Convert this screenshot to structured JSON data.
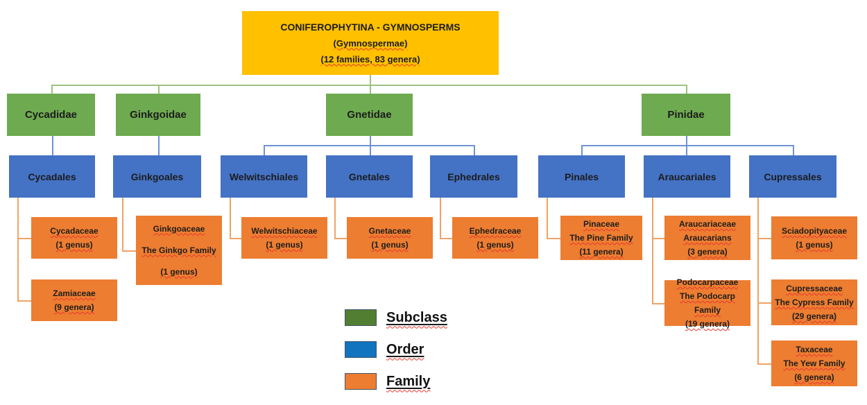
{
  "title_block": {
    "lines": [
      "CONIFEROPHYTINA - GYMNOSPERMS",
      "(Gymnospermae)",
      "(12 families, 83 genera)"
    ]
  },
  "subclasses": [
    {
      "id": "cycadidae",
      "label": "Cycadidae"
    },
    {
      "id": "ginkgoidae",
      "label": "Ginkgoidae"
    },
    {
      "id": "gnetidae",
      "label": "Gnetidae"
    },
    {
      "id": "pinidae",
      "label": "Pinidae"
    }
  ],
  "orders": [
    {
      "id": "cycadales",
      "label": "Cycadales",
      "parent": "cycadidae"
    },
    {
      "id": "ginkgoales",
      "label": "Ginkgoales",
      "parent": "ginkgoidae"
    },
    {
      "id": "welwitschiales",
      "label": "Welwitschiales",
      "parent": "gnetidae"
    },
    {
      "id": "gnetales",
      "label": "Gnetales",
      "parent": "gnetidae"
    },
    {
      "id": "ephedrales",
      "label": "Ephedrales",
      "parent": "gnetidae"
    },
    {
      "id": "pinales",
      "label": "Pinales",
      "parent": "pinidae"
    },
    {
      "id": "araucariales",
      "label": "Araucariales",
      "parent": "pinidae"
    },
    {
      "id": "cupressales",
      "label": "Cupressales",
      "parent": "pinidae"
    }
  ],
  "families": [
    {
      "id": "cycadaceae",
      "parent": "cycadales",
      "lines": [
        "Cycadaceae",
        "(1 genus)"
      ]
    },
    {
      "id": "zamiaceae",
      "parent": "cycadales",
      "lines": [
        "Zamiaceae",
        "(9 genera)"
      ]
    },
    {
      "id": "ginkgoaceae",
      "parent": "ginkgoales",
      "lines": [
        "Ginkgoaceae",
        "The Ginkgo Family",
        "(1 genus)"
      ]
    },
    {
      "id": "welwitschiaceae",
      "parent": "welwitschiales",
      "lines": [
        "Welwitschiaceae",
        "(1 genus)"
      ]
    },
    {
      "id": "gnetaceae",
      "parent": "gnetales",
      "lines": [
        "Gnetaceae",
        "(1 genus)"
      ]
    },
    {
      "id": "ephedraceae",
      "parent": "ephedrales",
      "lines": [
        "Ephedraceae",
        "(1 genus)"
      ]
    },
    {
      "id": "pinaceae",
      "parent": "pinales",
      "lines": [
        "Pinaceae",
        "The Pine Family",
        "(11 genera)"
      ]
    },
    {
      "id": "araucariaceae",
      "parent": "araucariales",
      "lines": [
        "Araucariaceae",
        "Araucarians",
        "(3 genera)"
      ]
    },
    {
      "id": "podocarpaceae",
      "parent": "araucariales",
      "lines": [
        "Podocarpaceae",
        "The Podocarp Family",
        "(19 genera)"
      ]
    },
    {
      "id": "sciadopityaceae",
      "parent": "cupressales",
      "lines": [
        "Sciadopityaceae",
        "(1 genus)"
      ]
    },
    {
      "id": "cupressaceae",
      "parent": "cupressales",
      "lines": [
        "Cupressaceae",
        "The Cypress Family",
        "(29 genera)"
      ]
    },
    {
      "id": "taxaceae",
      "parent": "cupressales",
      "lines": [
        "Taxaceae",
        "The Yew Family",
        "(6 genera)"
      ]
    }
  ],
  "legend": {
    "items": [
      {
        "label": "Subclass",
        "color": "#527E31"
      },
      {
        "label": "Order",
        "color": "#1273BE"
      },
      {
        "label": "Family",
        "color": "#ED7D31"
      }
    ]
  },
  "colors": {
    "root_fill": "#FFC000",
    "subclass_fill": "#6EAA4F",
    "order_fill": "#4472C4",
    "family_fill": "#ED7D31",
    "connector_subclass": "#9CC27C",
    "connector_order": "#6E92D4",
    "connector_family": "#F0A265"
  }
}
